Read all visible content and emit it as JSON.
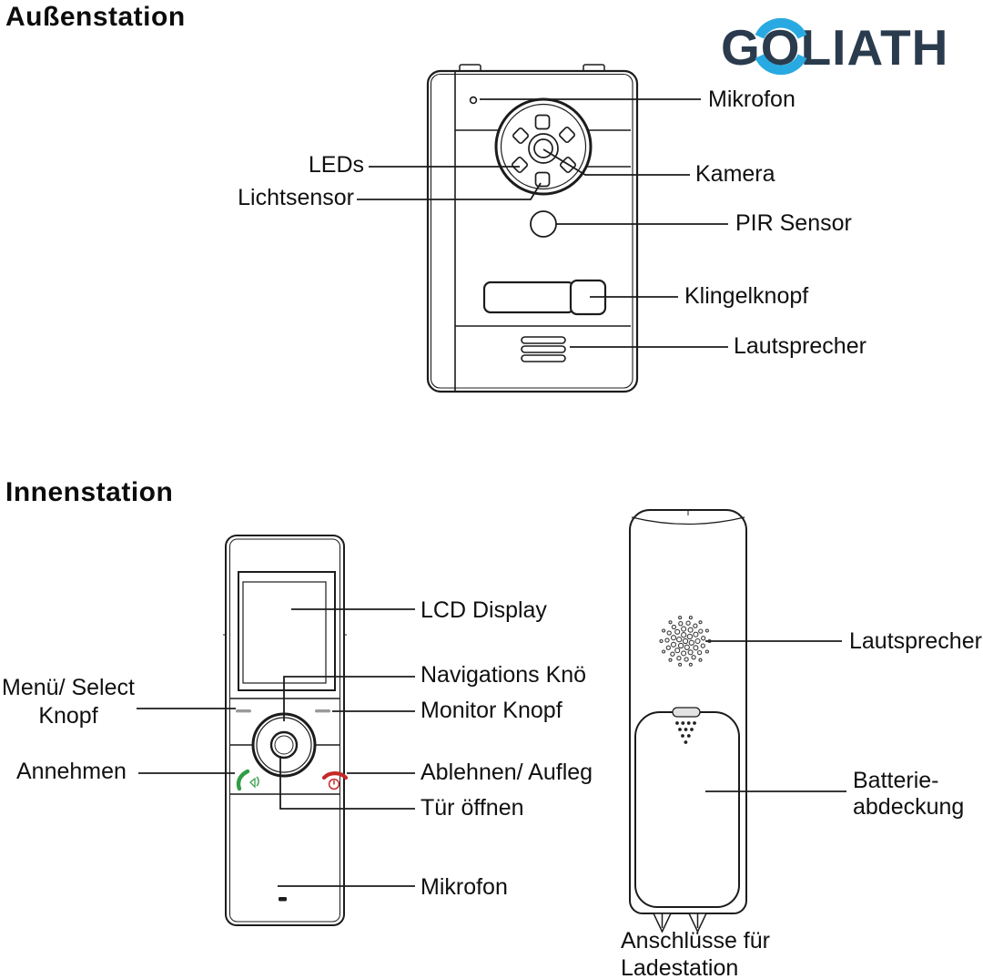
{
  "logo": {
    "g": "G",
    "o": "O",
    "rest": "LIATH",
    "navy": "#2a3b4d",
    "blue": "#29a9e1"
  },
  "outdoor": {
    "title": "Außenstation",
    "labels": {
      "mikrofon": "Mikrofon",
      "leds": "LEDs",
      "lichtsensor": "Lichtsensor",
      "kamera": "Kamera",
      "pir": "PIR Sensor",
      "klingelknopf": "Klingelknopf",
      "lautsprecher": "Lautsprecher"
    }
  },
  "indoor": {
    "title": "Innenstation",
    "front": {
      "lcd": "LCD Display",
      "nav": "Navigations Knö",
      "monitor": "Monitor Knopf",
      "menu1": "Menü/ Select",
      "menu2": "Knopf",
      "annehmen": "Annehmen",
      "ablehnen": "Ablehnen/ Aufleg",
      "tuer": "Tür öffnen",
      "mikrofon": "Mikrofon"
    },
    "back": {
      "lautsprecher": "Lautsprecher",
      "batterie1": "Batterie-",
      "batterie2": "abdeckung",
      "anschluss1": "Anschlüsse für",
      "anschluss2": "Ladestation"
    }
  },
  "colors": {
    "line": "#1b1b1b",
    "answer_green": "#2f9e44",
    "hangup_red": "#c62828",
    "button_gray": "#9a9a9a"
  }
}
